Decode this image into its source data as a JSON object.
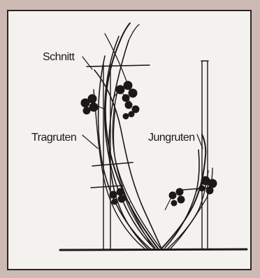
{
  "labels": {
    "schnitt": "Schnitt",
    "tragruten": "Tragruten",
    "jungruten": "Jungruten"
  },
  "colors": {
    "background": "#cdbab4",
    "panel": "#f4f2ee",
    "ink": "#1b1818"
  }
}
